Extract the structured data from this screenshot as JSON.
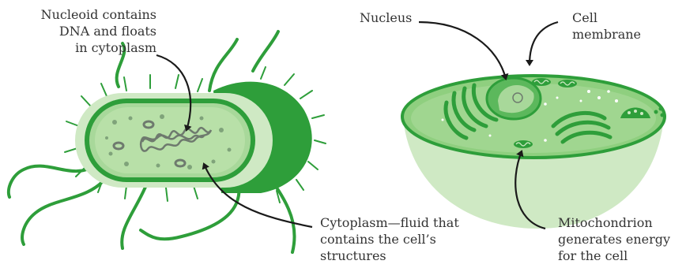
{
  "labels": {
    "nucleoid": [
      "Nucleoid contains",
      "DNA and floats",
      "in cytoplasm"
    ],
    "cytoplasm": [
      "Cytoplasm—fluid that",
      "contains the cell’s",
      "structures"
    ],
    "nucleus": [
      "Nucleus"
    ],
    "membrane": [
      "Cell",
      "membrane"
    ],
    "mitochondrion": [
      "Mitochondrion",
      "generates energy",
      "for the cell"
    ]
  },
  "colors": {
    "dark_green": "#2e9e3a",
    "mid_green": "#5cb85c",
    "light_green": "#a8d89a",
    "pale_green": "#cfe9c4",
    "dna_gray": "#6e7a6e",
    "arrow": "#1a1a1a"
  }
}
